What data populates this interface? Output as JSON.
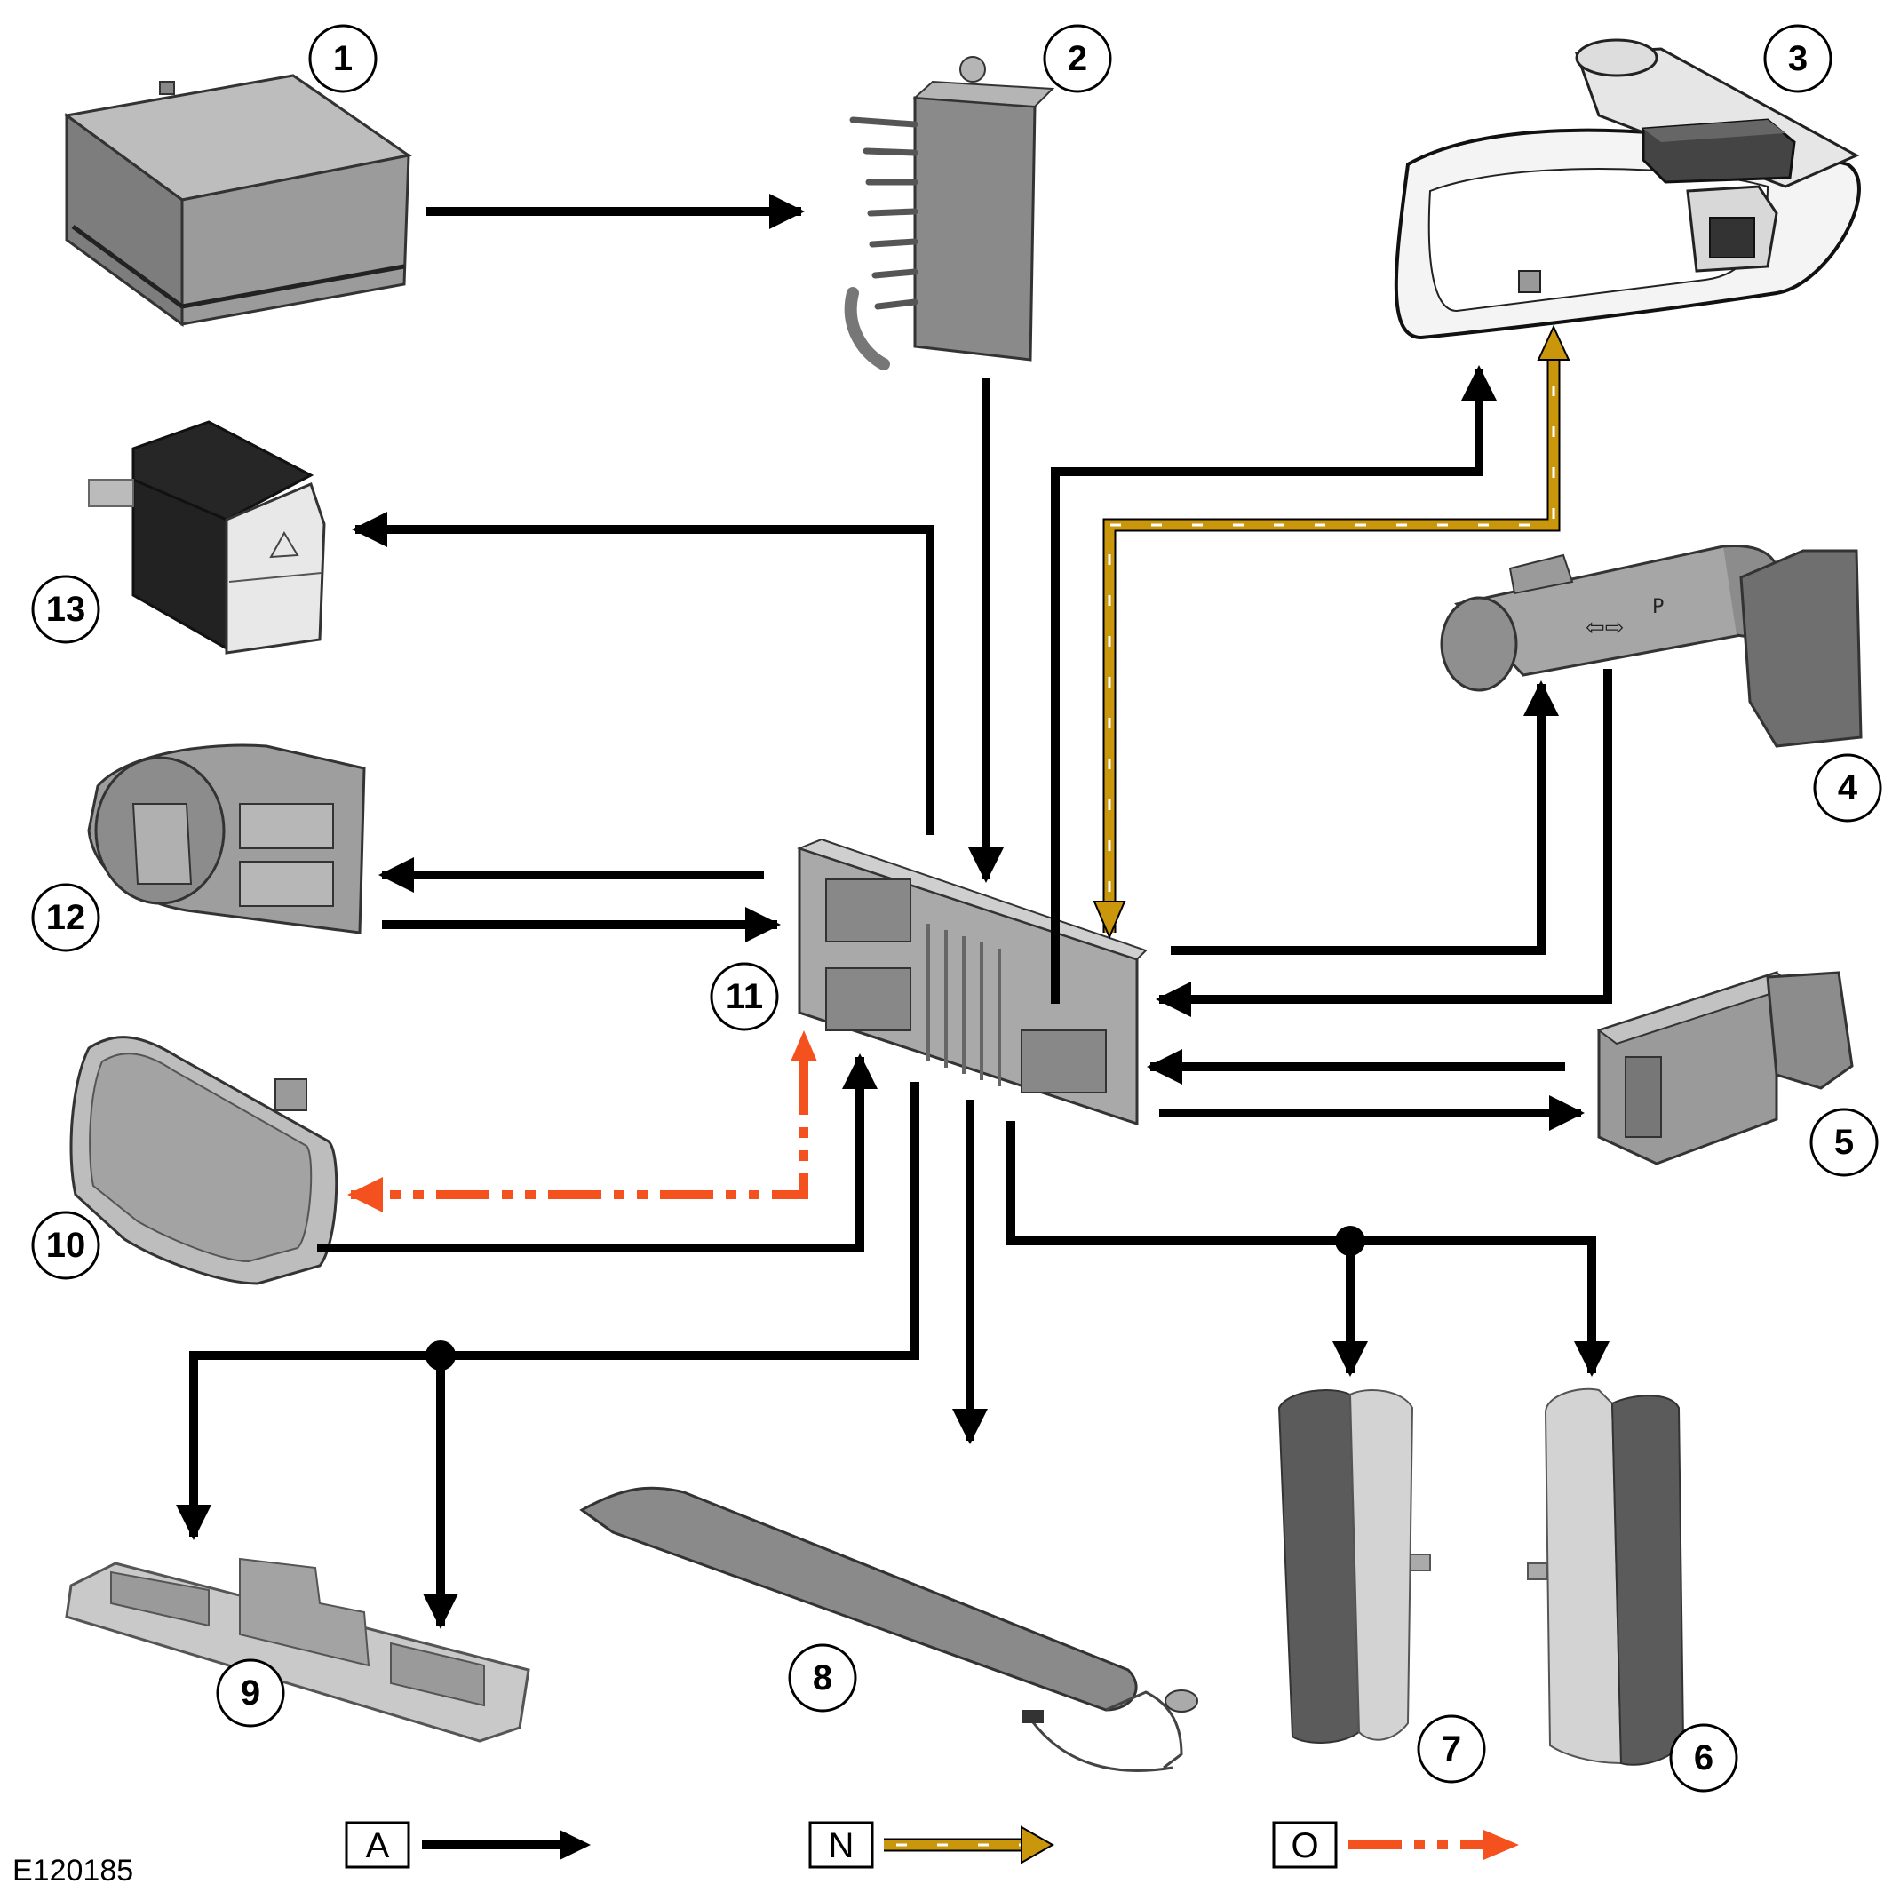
{
  "figure_id": "E120185",
  "callouts": {
    "c1": "1",
    "c2": "2",
    "c3": "3",
    "c4": "4",
    "c5": "5",
    "c6": "6",
    "c7": "7",
    "c8": "8",
    "c9": "9",
    "c10": "10",
    "c11": "11",
    "c12": "12",
    "c13": "13"
  },
  "legend": {
    "a": "A",
    "n": "N",
    "o": "O"
  },
  "colors": {
    "line_a": "#000000",
    "line_n": "#C9960C",
    "line_o": "#F4511E",
    "component_fill": "#8c8c8c",
    "component_dark": "#555555",
    "component_light": "#d8d8d8"
  }
}
